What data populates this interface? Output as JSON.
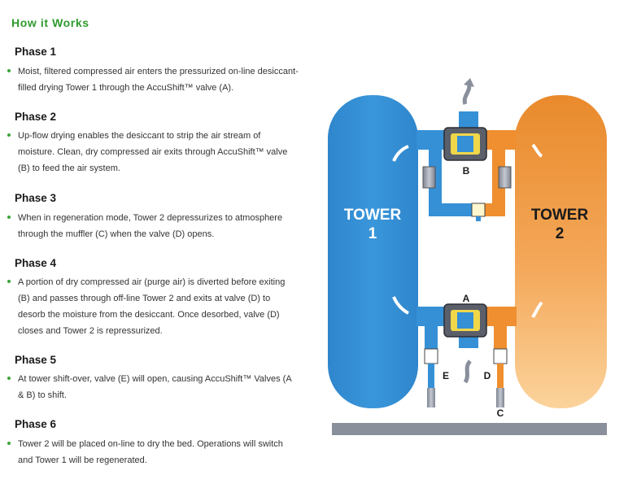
{
  "heading": "How it Works",
  "phases": [
    {
      "title": "Phase 1",
      "text": "Moist, filtered compressed air enters the pressurized on-line desiccant-filled drying Tower 1 through the AccuShift™ valve (A)."
    },
    {
      "title": "Phase 2",
      "text": "Up-flow drying enables the desiccant to strip the air stream of moisture. Clean, dry compressed air exits through AccuShift™ valve (B) to feed the air system."
    },
    {
      "title": "Phase 3",
      "text": "When in regeneration mode, Tower 2 depressurizes to atmosphere through the muffler (C) when the valve (D) opens."
    },
    {
      "title": "Phase 4",
      "text": "A portion of dry compressed air (purge air) is diverted before exiting (B) and passes through off-line Tower 2 and exits at valve (D) to desorb the moisture from the desiccant. Once desorbed, valve (D) closes and Tower 2 is repressurized."
    },
    {
      "title": "Phase 5",
      "text": "At tower shift-over, valve (E) will open, causing AccuShift™ Valves (A & B) to shift."
    },
    {
      "title": "Phase 6",
      "text": "Tower 2 will be placed on-line to dry the bed. Operations will switch and Tower 1 will be regenerated."
    }
  ],
  "diagram": {
    "tower1_line1": "TOWER",
    "tower1_line2": "1",
    "tower2_line1": "TOWER",
    "tower2_line2": "2",
    "label_a": "A",
    "label_b": "B",
    "label_c": "C",
    "label_d": "D",
    "label_e": "E"
  },
  "colors": {
    "heading_green": "#2e9a2e",
    "bullet_green": "#3aa63a",
    "tower1_blue": "#3590d6",
    "tower2_orange": "#ef8f30",
    "floor_gray": "#8a8f9c"
  },
  "icons": [
    "exhaust-arrow-icon",
    "flow-arrow-icon",
    "muffler-icon",
    "valve-icon"
  ]
}
